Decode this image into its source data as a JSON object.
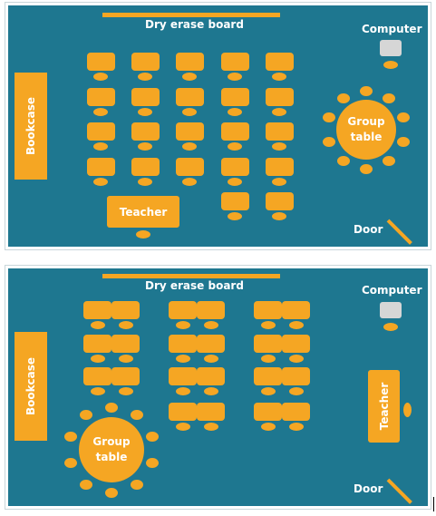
{
  "plans": [
    {
      "board_label": "Dry erase board",
      "computer_label": "Computer",
      "bookcase_label": "Bookcase",
      "teacher_label": "Teacher",
      "group_table_label": "Group\ntable",
      "door_label": "Door"
    },
    {
      "board_label": "Dry erase board",
      "computer_label": "Computer",
      "bookcase_label": "Bookcase",
      "teacher_label": "Teacher",
      "group_table_label": "Group\ntable",
      "door_label": "Door"
    }
  ],
  "colors": {
    "floor": "#1e7790",
    "furniture": "#f5a623",
    "computer": "#d6d6d6",
    "text": "#ffffff"
  }
}
